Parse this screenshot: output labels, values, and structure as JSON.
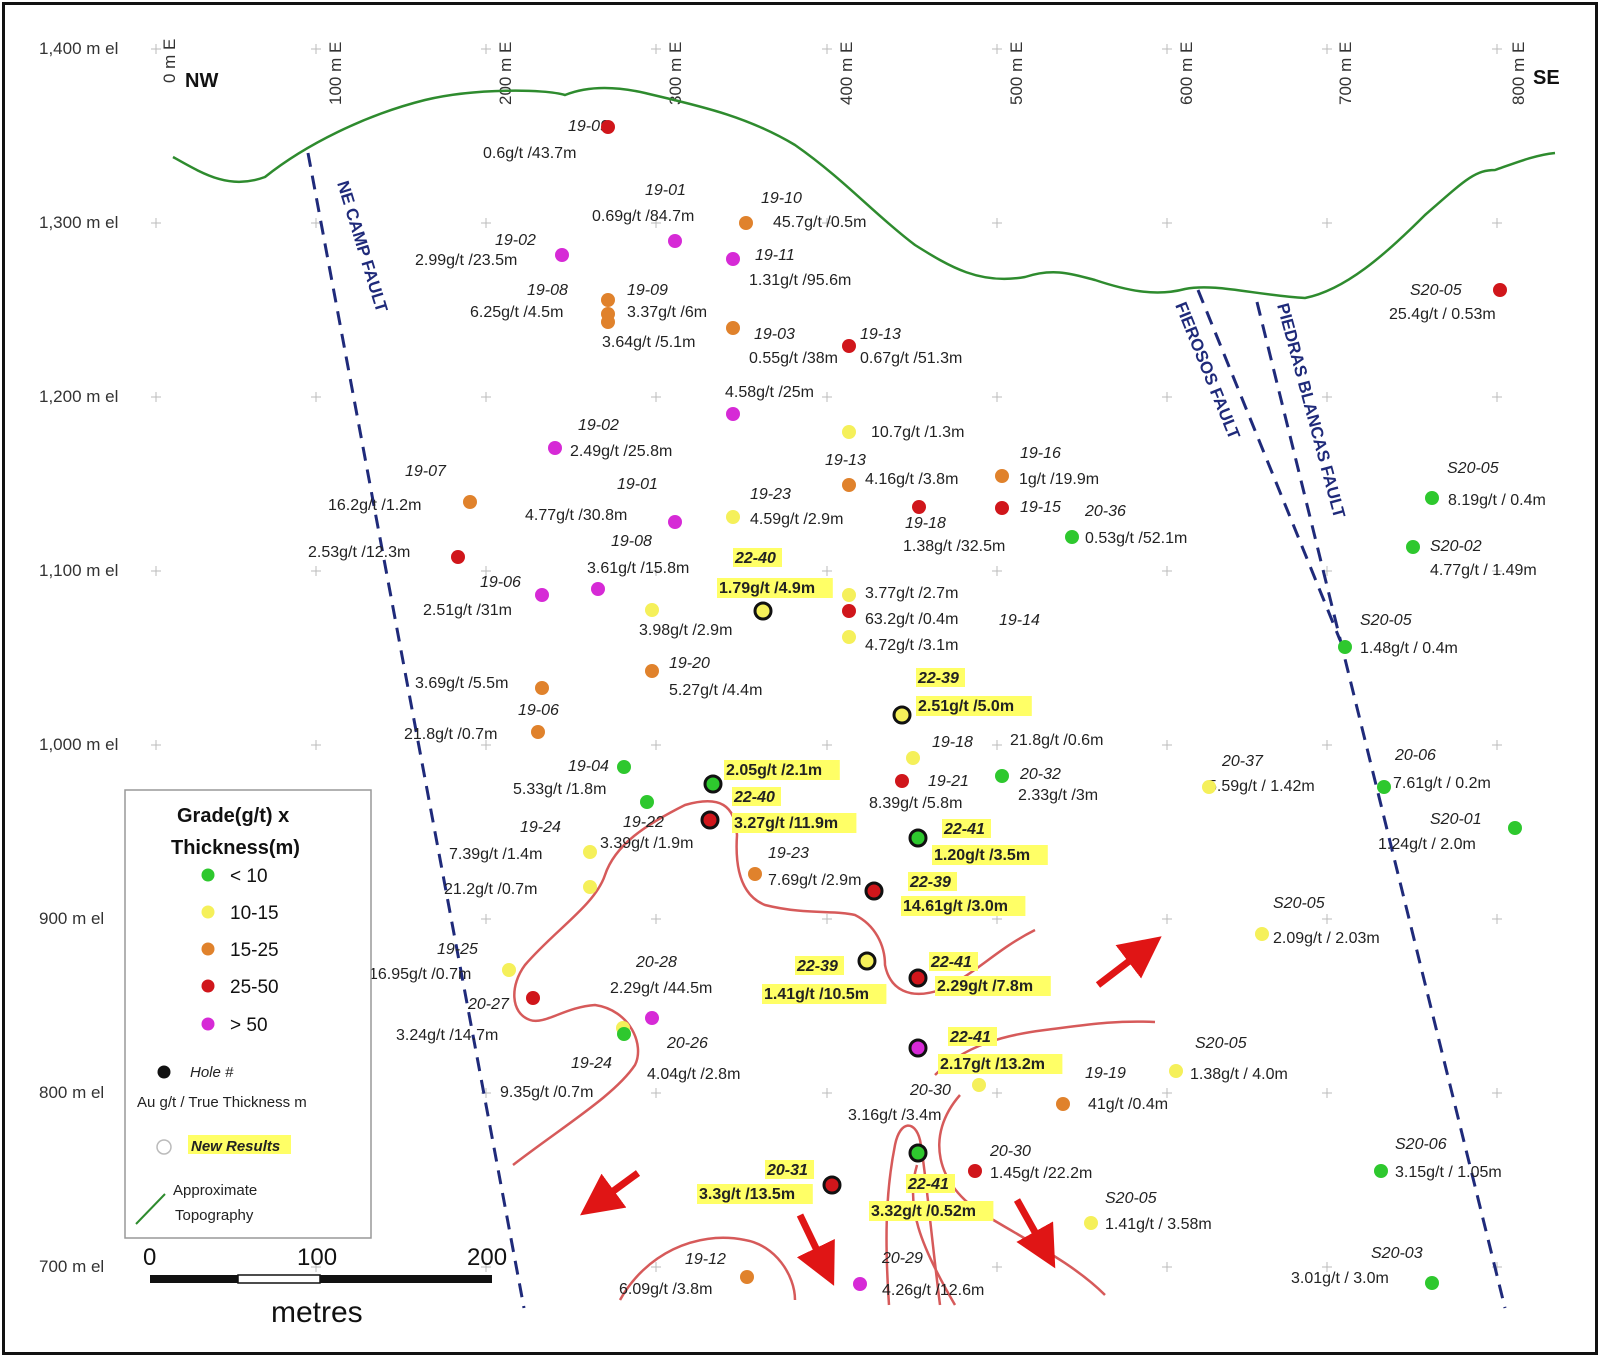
{
  "colors": {
    "green": "#2ec82e",
    "yellow": "#f5f05a",
    "orange": "#e0822c",
    "red": "#d0161b",
    "magenta": "#d62ad6",
    "black": "#111111",
    "highlight": "#ffff66",
    "topography": "#2e8b2e",
    "fault": "#1f2a7a",
    "contour": "#d65a5a",
    "arrow": "#e01515"
  },
  "direction": {
    "left": "NW",
    "right": "SE"
  },
  "eastings": [
    "0 m E",
    "100 m E",
    "200 m E",
    "300 m E",
    "400 m E",
    "500 m E",
    "600 m E",
    "700 m E",
    "800 m E"
  ],
  "elevations": [
    "1,400 m el",
    "1,300 m el",
    "1,200 m el",
    "1,100 m el",
    "1,000 m el",
    "900 m el",
    "800 m el",
    "700 m el"
  ],
  "faults": [
    "NE CAMP FAULT",
    "FIEROSOS FAULT",
    "PIEDRAS BLANCAS FAULT"
  ],
  "legend": {
    "title_line1": "Grade(g/t) x",
    "title_line2": "Thickness(m)",
    "classes": [
      {
        "label": "< 10",
        "color": "green"
      },
      {
        "label": "10-15",
        "color": "yellow"
      },
      {
        "label": "15-25",
        "color": "orange"
      },
      {
        "label": "25-50",
        "color": "red"
      },
      {
        "label": "> 50",
        "color": "magenta"
      }
    ],
    "hole_label": "Hole #",
    "grade_label": "Au g/t / True Thickness m",
    "new_results": "New Results",
    "topography_line1": "Approximate",
    "topography_line2": "Topography"
  },
  "scale": {
    "ticks": [
      "0",
      "100",
      "200"
    ],
    "unit": "metres"
  },
  "samples": [
    {
      "hole": "19-09",
      "grade": "0.6g/t /43.7m",
      "color": "red"
    },
    {
      "hole": "19-01",
      "grade": "0.69g/t /84.7m",
      "color": "magenta"
    },
    {
      "hole": "19-10",
      "grade": "45.7g/t /0.5m",
      "color": "orange"
    },
    {
      "hole": "19-02",
      "grade": "2.99g/t /23.5m",
      "color": "magenta"
    },
    {
      "hole": "19-11",
      "grade": "1.31g/t /95.6m",
      "color": "magenta"
    },
    {
      "hole": "19-08",
      "grade": "6.25g/t /4.5m",
      "color": "orange"
    },
    {
      "hole": "19-09",
      "grade": "3.37g/t /6m",
      "color": "orange"
    },
    {
      "hole": "",
      "grade": "3.64g/t /5.1m",
      "color": "orange"
    },
    {
      "hole": "19-03",
      "grade": "0.55g/t /38m",
      "color": "orange"
    },
    {
      "hole": "19-13",
      "grade": "0.67g/t /51.3m",
      "color": "red"
    },
    {
      "hole": "S20-05",
      "grade": "25.4g/t / 0.53m",
      "color": "red"
    },
    {
      "hole": "",
      "grade": "4.58g/t /25m",
      "color": "magenta"
    },
    {
      "hole": "19-02",
      "grade": "2.49g/t /25.8m",
      "color": "magenta"
    },
    {
      "hole": "",
      "grade": "10.7g/t /1.3m",
      "color": "yellow"
    },
    {
      "hole": "19-13",
      "grade": "4.16g/t /3.8m",
      "color": "orange"
    },
    {
      "hole": "19-16",
      "grade": "1g/t /19.9m",
      "color": "orange"
    },
    {
      "hole": "19-07",
      "grade": "16.2g/t /1.2m",
      "color": "orange"
    },
    {
      "hole": "19-01",
      "grade": "4.77g/t /30.8m",
      "color": "magenta"
    },
    {
      "hole": "19-23",
      "grade": "4.59g/t /2.9m",
      "color": "yellow"
    },
    {
      "hole": "19-18",
      "grade": "1.38g/t /32.5m",
      "color": "red"
    },
    {
      "hole": "19-15",
      "grade": "",
      "color": "red"
    },
    {
      "hole": "20-36",
      "grade": "0.53g/t /52.1m",
      "color": "green"
    },
    {
      "hole": "S20-05",
      "grade": "8.19g/t / 0.4m",
      "color": "green"
    },
    {
      "hole": "",
      "grade": "2.53g/t /12.3m",
      "color": "red"
    },
    {
      "hole": "19-08",
      "grade": "3.61g/t /15.8m",
      "color": "magenta"
    },
    {
      "hole": "S20-02",
      "grade": "4.77g/t / 1.49m",
      "color": "green"
    },
    {
      "hole": "19-06",
      "grade": "2.51g/t /31m",
      "color": "magenta"
    },
    {
      "hole": "22-40",
      "grade": "1.79g/t /4.9m",
      "color": "yellow",
      "new": true
    },
    {
      "hole": "",
      "grade": "3.77g/t /2.7m",
      "color": "yellow"
    },
    {
      "hole": "",
      "grade": "3.98g/t /2.9m",
      "color": "yellow"
    },
    {
      "hole": "",
      "grade": "63.2g/t /0.4m",
      "color": "red"
    },
    {
      "hole": "19-14",
      "grade": "4.72g/t /3.1m",
      "color": "yellow"
    },
    {
      "hole": "S20-05",
      "grade": "1.48g/t / 0.4m",
      "color": "green"
    },
    {
      "hole": "19-20",
      "grade": "5.27g/t /4.4m",
      "color": "orange"
    },
    {
      "hole": "",
      "grade": "3.69g/t /5.5m",
      "color": "orange"
    },
    {
      "hole": "22-39",
      "grade": "2.51g/t /5.0m",
      "color": "yellow",
      "new": true
    },
    {
      "hole": "19-06",
      "grade": "21.8g/t /0.7m",
      "color": "orange"
    },
    {
      "hole": "19-18",
      "grade": "21.8g/t /0.6m",
      "color": "yellow"
    },
    {
      "hole": "19-04",
      "grade": "5.33g/t /1.8m",
      "color": "green"
    },
    {
      "hole": "",
      "grade": "2.05g/t /2.1m",
      "color": "green",
      "new": true
    },
    {
      "hole": "19-21",
      "grade": "8.39g/t /5.8m",
      "color": "red"
    },
    {
      "hole": "20-32",
      "grade": "2.33g/t /3m",
      "color": "green"
    },
    {
      "hole": "20-37",
      "grade": "5.59g/t / 1.42m",
      "color": "yellow"
    },
    {
      "hole": "20-06",
      "grade": "7.61g/t / 0.2m",
      "color": "green"
    },
    {
      "hole": "19-22",
      "grade": "3.39g/t /1.9m",
      "color": "green"
    },
    {
      "hole": "22-40",
      "grade": "3.27g/t /11.9m",
      "color": "red",
      "new": true
    },
    {
      "hole": "S20-01",
      "grade": "1.24g/t / 2.0m",
      "color": "green"
    },
    {
      "hole": "19-24",
      "grade": "7.39g/t /1.4m",
      "color": "yellow"
    },
    {
      "hole": "22-41",
      "grade": "1.20g/t /3.5m",
      "color": "green",
      "new": true
    },
    {
      "hole": "19-23",
      "grade": "7.69g/t /2.9m",
      "color": "orange"
    },
    {
      "hole": "",
      "grade": "21.2g/t /0.7m",
      "color": "yellow"
    },
    {
      "hole": "22-39",
      "grade": "14.61g/t /3.0m",
      "color": "red",
      "new": true
    },
    {
      "hole": "S20-05",
      "grade": "2.09g/t / 2.03m",
      "color": "yellow"
    },
    {
      "hole": "19-25",
      "grade": "16.95g/t /0.7m",
      "color": "yellow"
    },
    {
      "hole": "20-28",
      "grade": "2.29g/t /44.5m",
      "color": "magenta"
    },
    {
      "hole": "22-39",
      "grade": "1.41g/t /10.5m",
      "color": "yellow",
      "new": true
    },
    {
      "hole": "22-41",
      "grade": "2.29g/t /7.8m",
      "color": "red",
      "new": true
    },
    {
      "hole": "20-27",
      "grade": "3.24g/t /14.7m",
      "color": "red"
    },
    {
      "hole": "20-26",
      "grade": "4.04g/t /2.8m",
      "color": "yellow"
    },
    {
      "hole": "22-41",
      "grade": "2.17g/t /13.2m",
      "color": "magenta",
      "new": true
    },
    {
      "hole": "19-24",
      "grade": "9.35g/t /0.7m",
      "color": "green"
    },
    {
      "hole": "20-30",
      "grade": "3.16g/t /3.4m",
      "color": "yellow"
    },
    {
      "hole": "19-19",
      "grade": "41g/t /0.4m",
      "color": "orange"
    },
    {
      "hole": "S20-05",
      "grade": "1.38g/t / 4.0m",
      "color": "yellow"
    },
    {
      "hole": "S20-06",
      "grade": "3.15g/t / 1.05m",
      "color": "green"
    },
    {
      "hole": "20-31",
      "grade": "3.3g/t /13.5m",
      "color": "red",
      "new": true
    },
    {
      "hole": "20-30",
      "grade": "1.45g/t /22.2m",
      "color": "red"
    },
    {
      "hole": "22-41",
      "grade": "3.32g/t /0.52m",
      "color": "green",
      "new": true
    },
    {
      "hole": "S20-05",
      "grade": "1.41g/t / 3.58m",
      "color": "yellow"
    },
    {
      "hole": "19-12",
      "grade": "6.09g/t /3.8m",
      "color": "orange"
    },
    {
      "hole": "20-29",
      "grade": "4.26g/t /12.6m",
      "color": "magenta"
    },
    {
      "hole": "S20-03",
      "grade": "3.01g/t / 3.0m",
      "color": "green"
    }
  ]
}
